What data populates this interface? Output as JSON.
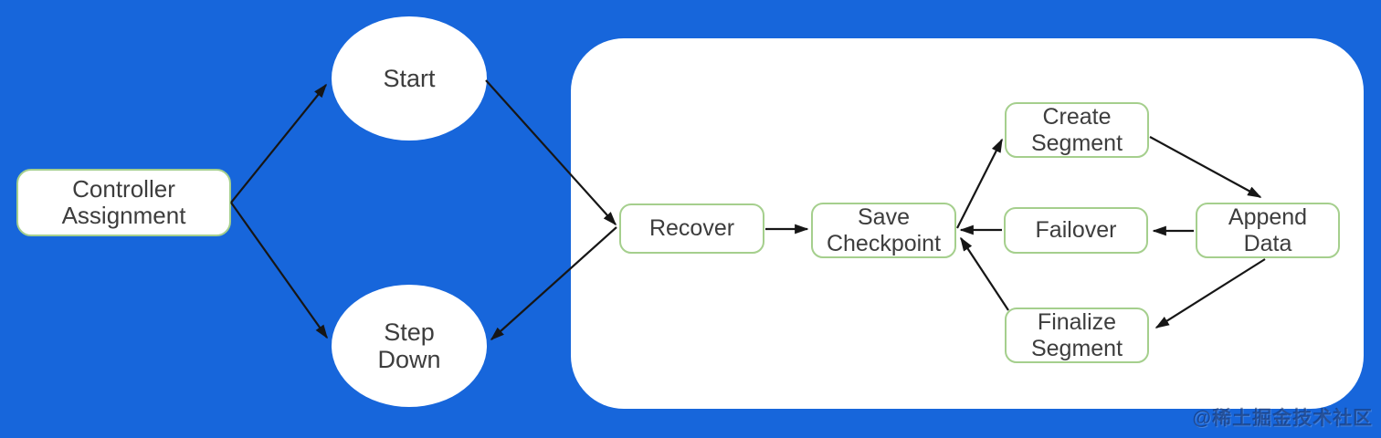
{
  "colors": {
    "background": "#1766db",
    "panel": "#ffffff",
    "node_fill": "#ffffff",
    "node_border_green": "#a5cf8d",
    "arrow": "#161616",
    "text": "#3d3d3d",
    "watermark_text": "rgba(18,42,92,0.55)"
  },
  "watermark": "@稀土掘金技术社区",
  "diagram": {
    "nodes": [
      {
        "id": "controller-assignment",
        "shape": "rect",
        "label": "Controller\nAssignment"
      },
      {
        "id": "start",
        "shape": "ellipse",
        "label": "Start"
      },
      {
        "id": "step-down",
        "shape": "ellipse",
        "label": "Step\nDown"
      },
      {
        "id": "recover",
        "shape": "rect",
        "label": "Recover"
      },
      {
        "id": "save-checkpoint",
        "shape": "rect",
        "label": "Save\nCheckpoint"
      },
      {
        "id": "create-segment",
        "shape": "rect",
        "label": "Create\nSegment"
      },
      {
        "id": "failover",
        "shape": "rect",
        "label": "Failover"
      },
      {
        "id": "append-data",
        "shape": "rect",
        "label": "Append\nData"
      },
      {
        "id": "finalize-segment",
        "shape": "rect",
        "label": "Finalize\nSegment"
      }
    ],
    "edges": [
      {
        "from": "controller-assignment",
        "to": "start"
      },
      {
        "from": "controller-assignment",
        "to": "step-down"
      },
      {
        "from": "start",
        "to": "recover"
      },
      {
        "from": "recover",
        "to": "step-down"
      },
      {
        "from": "recover",
        "to": "save-checkpoint"
      },
      {
        "from": "save-checkpoint",
        "to": "create-segment"
      },
      {
        "from": "create-segment",
        "to": "append-data"
      },
      {
        "from": "append-data",
        "to": "failover"
      },
      {
        "from": "failover",
        "to": "save-checkpoint"
      },
      {
        "from": "append-data",
        "to": "finalize-segment"
      },
      {
        "from": "finalize-segment",
        "to": "save-checkpoint"
      }
    ]
  }
}
